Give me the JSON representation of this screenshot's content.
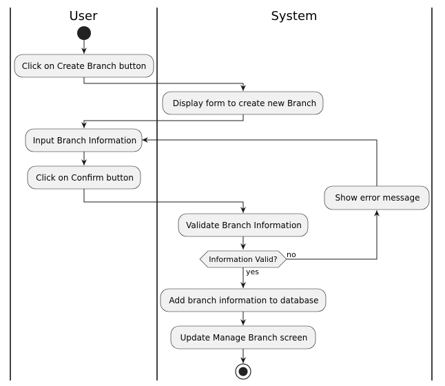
{
  "lanes": {
    "user": "User",
    "system": "System"
  },
  "nodes": {
    "click_create_branch": "Click on Create Branch button",
    "display_form": "Display form to create new Branch",
    "input_branch_info": "Input Branch Information",
    "click_confirm": "Click on Confirm button",
    "validate_info": "Validate Branch Information",
    "decision": "Information Valid?",
    "show_error": "Show error message",
    "add_to_db": "Add branch information to database",
    "update_screen": "Update Manage Branch screen"
  },
  "labels": {
    "no": "no",
    "yes": "yes"
  }
}
